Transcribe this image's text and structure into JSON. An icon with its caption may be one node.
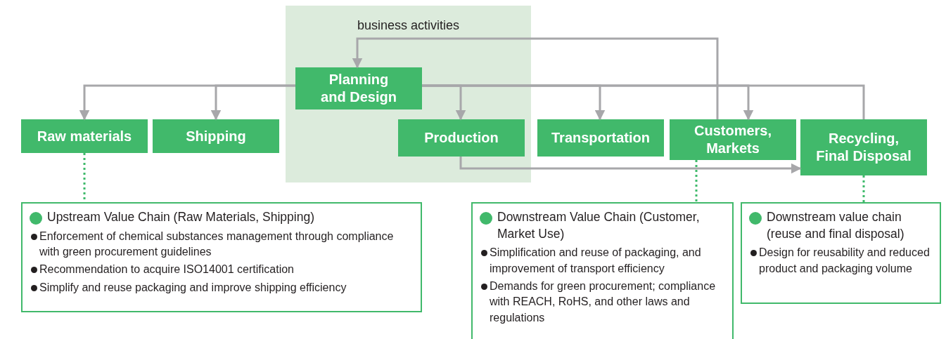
{
  "diagram": {
    "nodes": [
      {
        "text": [
          "business activities"
        ]
      },
      {
        "text": [
          "Planning and Design"
        ],
        "in": 0
      },
      {
        "text": [
          "Raw materials"
        ]
      },
      {
        "text": [
          "Shipping"
        ]
      },
      {
        "text": [
          "Production"
        ],
        "in": 0
      },
      {
        "text": [
          "Transportation"
        ]
      },
      {
        "text": [
          "Customers, Markets"
        ]
      },
      {
        "text": [
          "Recycling, Final Disposal"
        ]
      },
      {
        "text": [
          "Upstream Value Chain (Raw Materials, Shipping)",
          "Enforcement of chemical substances management through compliance with green procurement guidelines",
          "Recommendation to acquire ISO14001 certification",
          "Simplify and reuse packaging and improve shipping efficiency"
        ]
      },
      {
        "text": [
          "Downstream Value Chain (Customer, Market Use)",
          "Simplification and reuse of packaging, and improvement of transport efficiency",
          "Demands for green procurement; compliance with REACH, RoHS, and other laws and regulations"
        ]
      },
      {
        "text": [
          "Downstream value chain (reuse and final disposal)",
          "Design for reusability and reduced product and packaging volume"
        ]
      }
    ],
    "edges": [
      {
        "from": 1,
        "to": 2,
        "arrow": "to"
      },
      {
        "from": 1,
        "to": 3,
        "arrow": "to"
      },
      {
        "from": 1,
        "to": 4,
        "arrow": "to"
      },
      {
        "from": 1,
        "to": 5,
        "arrow": "to"
      },
      {
        "from": 1,
        "to": 6,
        "arrow": "to"
      },
      {
        "from": 1,
        "to": 7,
        "arrow": "none"
      },
      {
        "from": 6,
        "to": 1,
        "arrow": "to"
      },
      {
        "from": 4,
        "to": 7,
        "arrow": "to"
      },
      {
        "from": 2,
        "to": 8,
        "arrow": "none",
        "style": "dashed",
        "color": "#3fba6b"
      },
      {
        "from": 6,
        "to": 9,
        "arrow": "none",
        "style": "dashed",
        "color": "#3fba6b"
      },
      {
        "from": 7,
        "to": 10,
        "arrow": "none",
        "style": "dashed",
        "color": "#3fba6b"
      }
    ]
  }
}
